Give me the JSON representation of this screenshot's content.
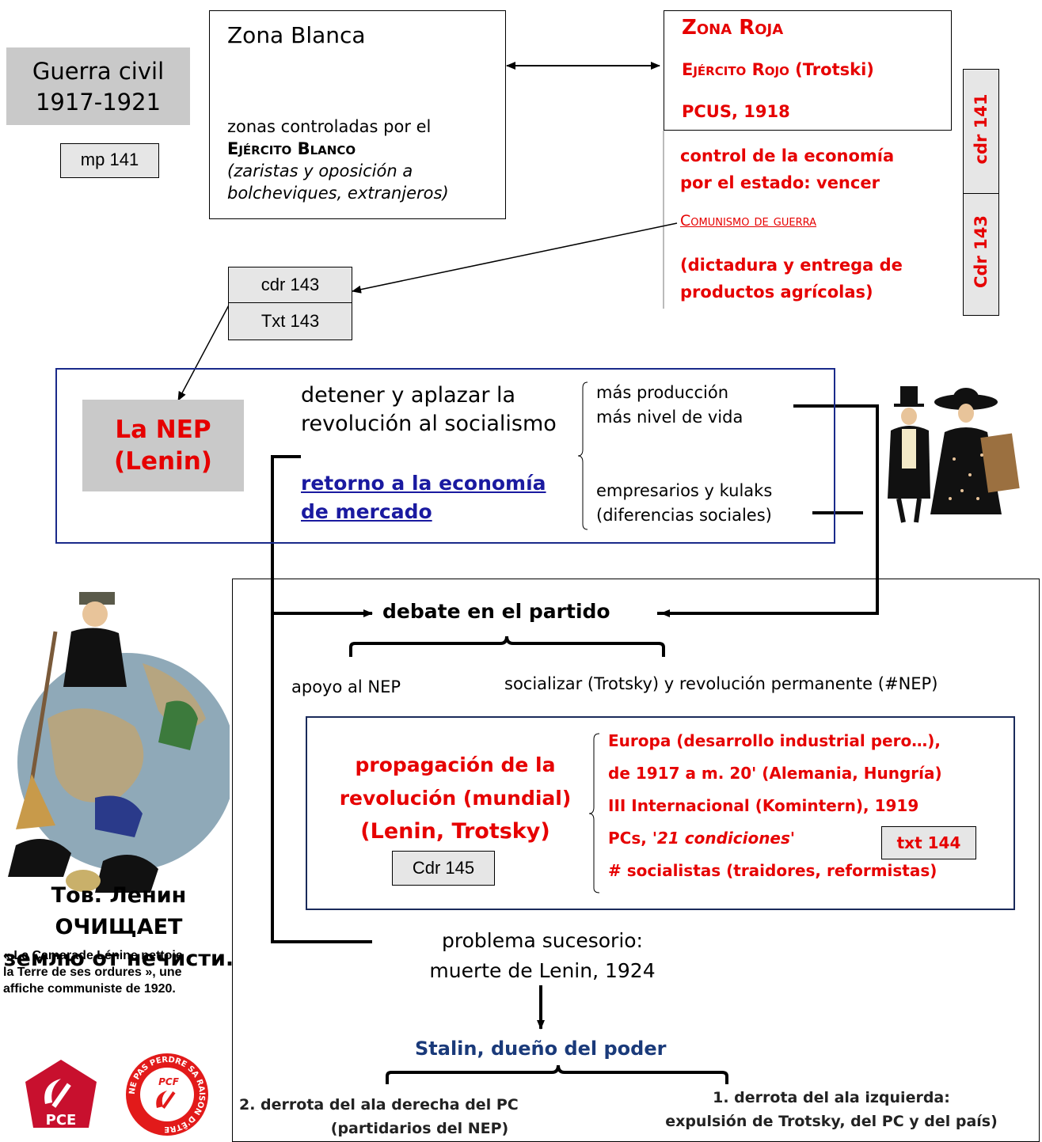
{
  "guerra": {
    "line1": "Guerra civil",
    "line2": "1917-1921",
    "mp": "mp 141"
  },
  "zona_blanca": {
    "title": "Zona Blanca",
    "line1": "zonas controladas por el",
    "ejercito": "Ejército Blanco",
    "italic1": "(zaristas y oposición a",
    "italic2": "bolcheviques, extranjeros)"
  },
  "zona_roja": {
    "title": "Zona Roja",
    "ejercito": "Ejército Rojo",
    "trotski": " (Trotski)",
    "pcus": "PCUS, 1918",
    "control1": "control de la economía",
    "control2": "por el estado: vencer",
    "comunismo": "Comunismo de guerra",
    "dict1": "(dictadura y entrega de",
    "dict2": "productos agrícolas)"
  },
  "side_tabs": {
    "cdr141": "cdr 141",
    "cdr143": "Cdr 143"
  },
  "cdr_box": {
    "cdr": "cdr 143",
    "txt": "Txt 143"
  },
  "nep": {
    "title1": "La NEP",
    "title2": "(Lenin)",
    "detener1": "detener y aplazar la",
    "detener2": "revolución al socialismo",
    "retorno1": "retorno a la economía",
    "retorno2": "de mercado",
    "mas1": "más producción",
    "mas2": "más nivel de vida",
    "emp1": "empresarios y kulaks",
    "emp2": "(diferencias sociales)"
  },
  "poster": {
    "ru1": "Тов. Ленин ОЧИЩАЕТ",
    "ru2": "землю от нечисти.",
    "fr1": "« Le Camarade Lénine nettoie",
    "fr2": "la Terre de ses ordures », une",
    "fr3": "affiche communiste de 1920."
  },
  "debate": {
    "title": "debate en el partido",
    "apoyo": "apoyo al NEP",
    "socializar": "socializar (Trotsky) y revolución permanente (#NEP)"
  },
  "propagacion": {
    "t1": "propagación de la",
    "t2": "revolución (mundial)",
    "t3": "(Lenin, Trotsky)",
    "cdr": "Cdr 145",
    "l1": "Europa (desarrollo industrial pero…),",
    "l2": "de 1917 a m. 20' (Alemania, Hungría)",
    "l3": "III Internacional (Komintern), 1919",
    "l4a": "PCs, ",
    "l4b": "'21 condiciones'",
    "txt": "txt 144",
    "l5": "# socialistas (traidores, reformistas)"
  },
  "sucesorio": {
    "l1": "problema sucesorio:",
    "l2": "muerte de Lenin, 1924"
  },
  "stalin": {
    "title": "Stalin, dueño del poder",
    "d2a": "2.  derrota del ala derecha del PC",
    "d2b": "(partidarios del NEP)",
    "d1a": "1.  derrota del ala izquierda:",
    "d1b": "expulsión de Trotsky, del PC y del país)"
  },
  "logos": {
    "pce": "PCE",
    "pcf": "PCF",
    "pcf_ring": "NE PAS PERDRE SA RAISON D'ÊTRE"
  },
  "colors": {
    "red": "#e60000",
    "blue": "#1a3a7a",
    "nep_border": "#1a2a8a",
    "link_blue": "#1a1aa0"
  }
}
